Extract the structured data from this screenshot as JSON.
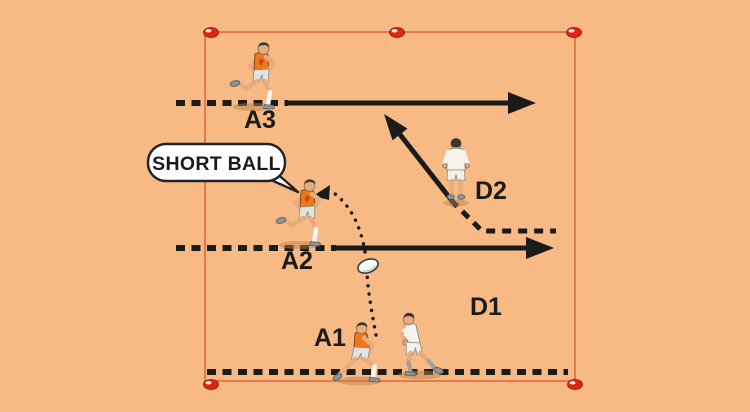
{
  "colors": {
    "background": "#F7BA84",
    "field_line": "#E2693B",
    "cone": "#DD2419",
    "ink": "#1B1B1B",
    "bubble": "#FFFFFF",
    "attacker_shirt": "#F0761A",
    "defender_shirt": "#F5F3EB",
    "skin": "#E6AC80",
    "shoe": "#8D939C"
  },
  "speech_bubble": {
    "text": "SHORT BALL"
  },
  "labels": {
    "a1": "A1",
    "a2": "A2",
    "a3": "A3",
    "d1": "D1",
    "d2": "D2"
  },
  "field": {
    "cone_count": 5
  },
  "players": [
    {
      "id": "a3",
      "label": "A3",
      "team": "attack"
    },
    {
      "id": "a2",
      "label": "A2",
      "team": "attack"
    },
    {
      "id": "a1",
      "label": "A1",
      "team": "attack"
    },
    {
      "id": "d1",
      "label": "D1",
      "team": "defense"
    },
    {
      "id": "d2",
      "label": "D2",
      "team": "defense"
    }
  ],
  "movements": [
    {
      "actor": "A3",
      "style": "dashed-then-solid-arrow",
      "direction": "right"
    },
    {
      "actor": "A2",
      "style": "dashed-then-solid-arrow",
      "direction": "right"
    },
    {
      "actor": "D2",
      "style": "solid-arrow",
      "direction": "up-left"
    },
    {
      "actor": "D2",
      "style": "dashed-trail",
      "direction": "down-right"
    },
    {
      "actor": "ball",
      "style": "dotted-arc",
      "from": "A1",
      "to": "A2"
    }
  ]
}
